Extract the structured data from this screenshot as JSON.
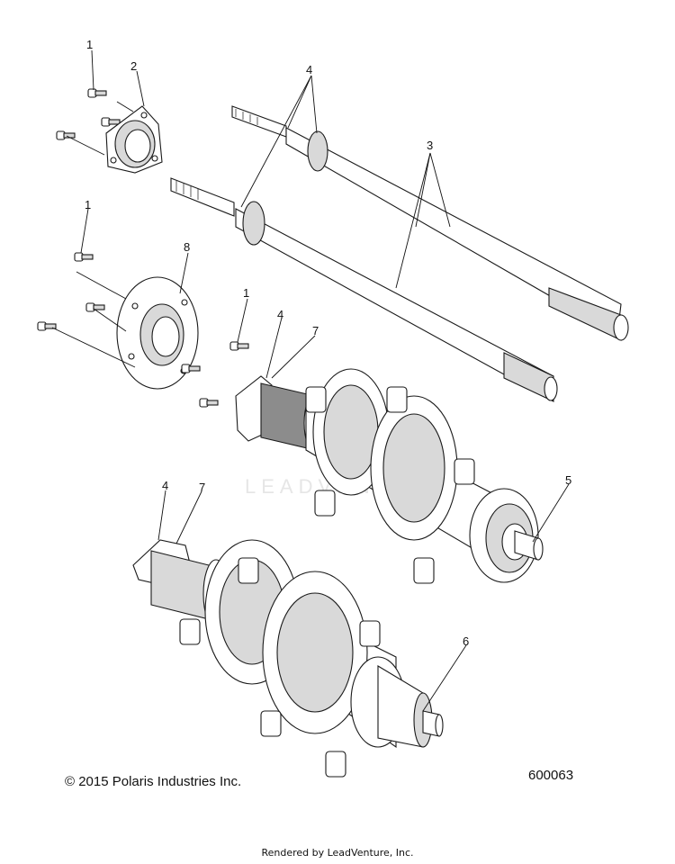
{
  "callouts": {
    "c1a": "1",
    "c2": "2",
    "c4a": "4",
    "c3": "3",
    "c1b": "1",
    "c8": "8",
    "c1c": "1",
    "c4b": "4",
    "c7a": "7",
    "c5": "5",
    "c4c": "4",
    "c7b": "7",
    "c6": "6"
  },
  "watermark": "LEADVENTURE",
  "footer": {
    "copyright": "© 2015 Polaris Industries Inc.",
    "diagram_id": "600063",
    "rendered_by": "Rendered by LeadVenture, Inc."
  }
}
